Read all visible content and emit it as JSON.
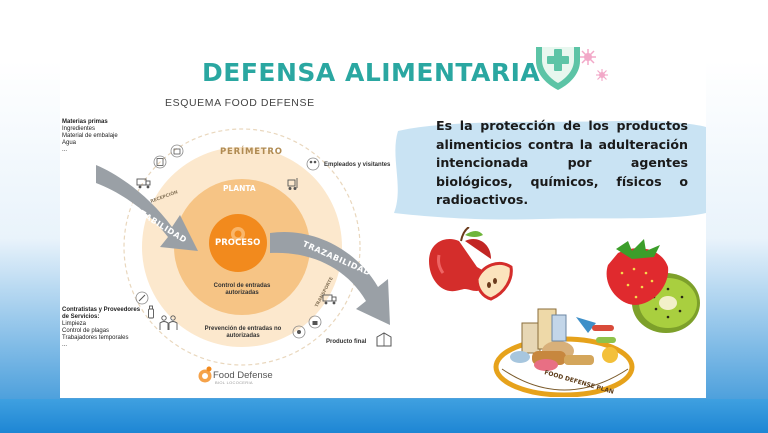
{
  "title": "DEFENSA ALIMENTARIA",
  "subtitle": "ESQUEMA FOOD DEFENSE",
  "diagram": {
    "perimeter": "PERÍMETRO",
    "plant": "PLANTA",
    "process": "PROCESO",
    "traceability_left": "TRAZABILIDAD",
    "traceability_right": "TRAZABILIDAD",
    "receiving": "RECEPCIÓN",
    "transport": "TRANSPORTE",
    "control_entries": "Control de entradas autorizadas",
    "prevention_entries": "Prevención de entradas no autorizadas",
    "employees": "Empleados y visitantes",
    "final_product": "Producto final",
    "raw_materials": {
      "heading": "Materias primas",
      "items": [
        "Ingredientes",
        "Material de embalaje",
        "Agua",
        "..."
      ]
    },
    "contractors": {
      "heading": "Contratistas y Proveedores de Servicios:",
      "items": [
        "Limpieza",
        "Control de plagas",
        "Trabajadores temporales",
        "..."
      ]
    }
  },
  "definition": "Es la protección de los productos alimenticios contra la adulteración intencionada por agentes biológicos, químicos, físicos o radioactivos.",
  "logo": {
    "name": "Food Defense",
    "tagline": "BIOL LOCOCERIA"
  },
  "badge_text": "FOOD DEFENSE PLAN",
  "colors": {
    "title": "#2aa7a1",
    "ring": "#fbe4c5",
    "plant": "#f7c68a",
    "process": "#f28a1d",
    "arrow": "#9aa0a6"
  }
}
